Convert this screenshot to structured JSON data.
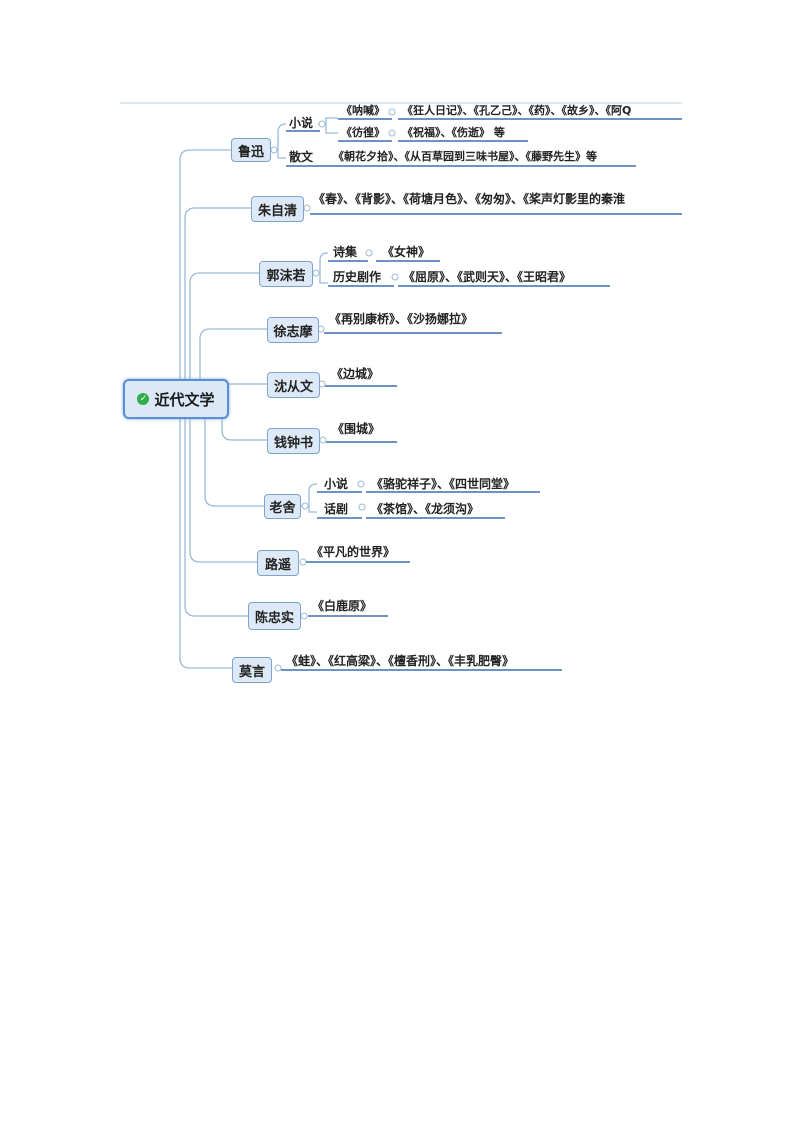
{
  "root": {
    "label": "近代文学"
  },
  "authors": {
    "luxun": {
      "name": "鲁迅",
      "sub1": {
        "label": "小说",
        "works1": "《呐喊》",
        "works2": "《狂人日记》、《孔乙己》、《药》、《故乡》、《阿Q",
        "works3": "《彷徨》",
        "works4": "《祝福》、《伤逝》 等"
      },
      "sub2": {
        "label": "散文",
        "works": "《朝花夕拾》、《从百草园到三味书屋》、《藤野先生》等"
      }
    },
    "zhuziqing": {
      "name": "朱自清",
      "works": "《春》、《背影》、《荷塘月色》、《匆匆》、《桨声灯影里的秦淮"
    },
    "guomoruo": {
      "name": "郭沫若",
      "sub1": {
        "label": "诗集",
        "works": "《女神》"
      },
      "sub2": {
        "label": "历史剧作",
        "works": "《屈原》、《武则天》、《王昭君》"
      }
    },
    "xuzhimo": {
      "name": "徐志摩",
      "works": "《再别康桥》、《沙扬娜拉》"
    },
    "shencongwen": {
      "name": "沈从文",
      "works": "《边城》"
    },
    "qianzhongshu": {
      "name": "钱钟书",
      "works": "《围城》"
    },
    "laoshe": {
      "name": "老舍",
      "sub1": {
        "label": "小说",
        "works": "《骆驼祥子》、《四世同堂》"
      },
      "sub2": {
        "label": "话剧",
        "works": "《茶馆》、《龙须沟》"
      }
    },
    "luyao": {
      "name": "路遥",
      "works": "《平凡的世界》"
    },
    "chenzhongshi": {
      "name": "陈忠实",
      "works": "《白鹿原》"
    },
    "moyan": {
      "name": "莫言",
      "works": "《蛙》、《红高粱》、《檀香刑》、《丰乳肥臀》"
    }
  },
  "colors": {
    "line": "#9bbad9",
    "underline": "#3f6fae",
    "node_fill": "#dde9f7",
    "node_border": "#7ea3cf",
    "check": "#2fae4a"
  }
}
